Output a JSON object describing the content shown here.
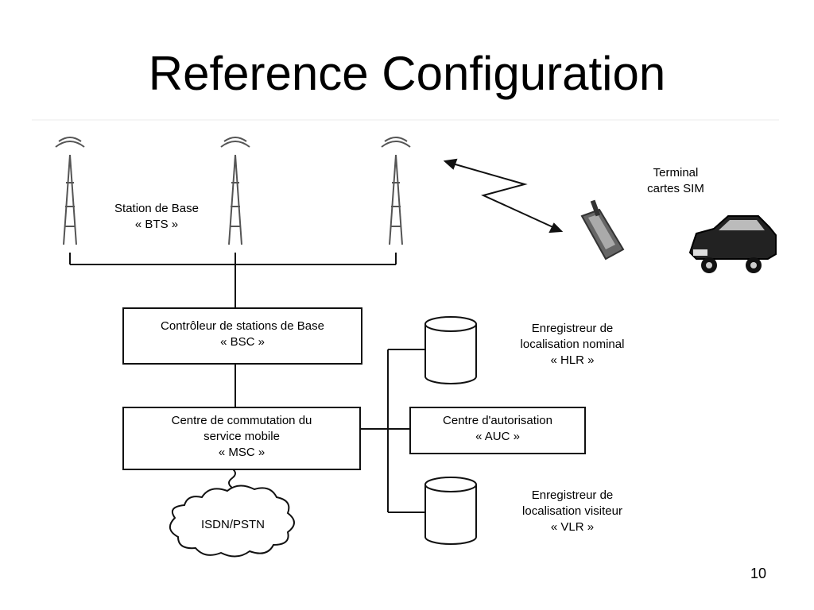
{
  "slide": {
    "title": "Reference Configuration",
    "page_number": "10"
  },
  "diagram": {
    "bts": {
      "line1": "Station de Base",
      "line2": "« BTS »"
    },
    "terminal": {
      "line1": "Terminal",
      "line2": "cartes SIM"
    },
    "bsc": {
      "line1": "Contrôleur de stations de Base",
      "line2": "« BSC »"
    },
    "msc": {
      "line1": "Centre de commutation du",
      "line2": "service mobile",
      "line3": "« MSC »"
    },
    "hlr": {
      "line1": "Enregistreur de",
      "line2": "localisation nominal",
      "line3": "« HLR »"
    },
    "auc": {
      "line1": "Centre d'autorisation",
      "line2": "« AUC »"
    },
    "vlr": {
      "line1": "Enregistreur de",
      "line2": "localisation visiteur",
      "line3": "« VLR »"
    },
    "network": {
      "label": "ISDN/PSTN"
    }
  },
  "colors": {
    "line": "#111111",
    "ghost_text": "#d9d9d9"
  }
}
